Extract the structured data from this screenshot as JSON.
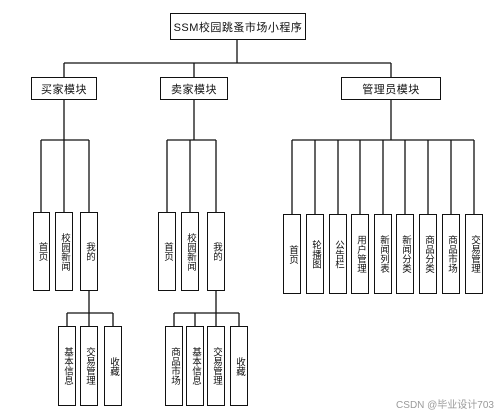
{
  "diagram": {
    "root": "SSM校园跳蚤市场小程序",
    "buyer_module": {
      "title": "买家模块",
      "items": [
        "首页",
        "校园新闻",
        "我的"
      ],
      "sub_items": [
        "基本信息",
        "交易管理",
        "收藏"
      ]
    },
    "seller_module": {
      "title": "卖家模块",
      "items": [
        "首页",
        "校园新闻",
        "我的"
      ],
      "sub_items": [
        "商品市场",
        "基本信息",
        "交易管理",
        "收藏"
      ]
    },
    "admin_module": {
      "title": "管理员模块",
      "items": [
        "首页",
        "轮播图",
        "公告栏",
        "用户管理",
        "新闻列表",
        "新闻分类",
        "商品分类",
        "商品市场",
        "交易管理"
      ]
    }
  },
  "watermark": "CSDN @毕业设计703"
}
